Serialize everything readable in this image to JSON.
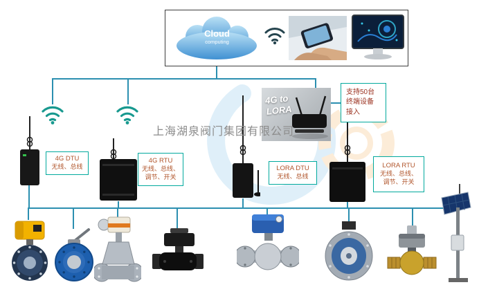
{
  "watermark": {
    "company": "上海湖泉阀门集团有限公司"
  },
  "cloud_box": {
    "title": "Cloud",
    "subtitle": "computing"
  },
  "labels": {
    "dtu4g": {
      "title": "4G DTU",
      "line1": "无线、总线"
    },
    "rtu4g": {
      "title": "4G RTU",
      "line1": "无线、总线、",
      "line2": "调节、开关"
    },
    "gateway": {
      "line1": "4G to",
      "line2": "LORA"
    },
    "support": {
      "line1": "支持50台",
      "line2": "终端设备",
      "line3": "接入"
    },
    "lora_dtu": {
      "title": "LORA DTU",
      "line1": "无线、总线"
    },
    "lora_rtu": {
      "title": "LORA RTU",
      "line1": "无线、总线、",
      "line2": "调节、开关"
    }
  },
  "colors": {
    "connector_line": "#2b8fb0",
    "label_border": "#00a99d",
    "label_text": "#b0542a",
    "support_text": "#9b3220"
  },
  "products": [
    "electric-butterfly-valve-yellow-actuator",
    "manual-butterfly-valve-blue",
    "electric-gate-valve",
    "black-ball-valve-actuator",
    "flanged-ball-valve-blue-actuator",
    "electric-actuator-round-valve",
    "brass-ball-valve-actuator",
    "solar-powered-pole-station"
  ]
}
